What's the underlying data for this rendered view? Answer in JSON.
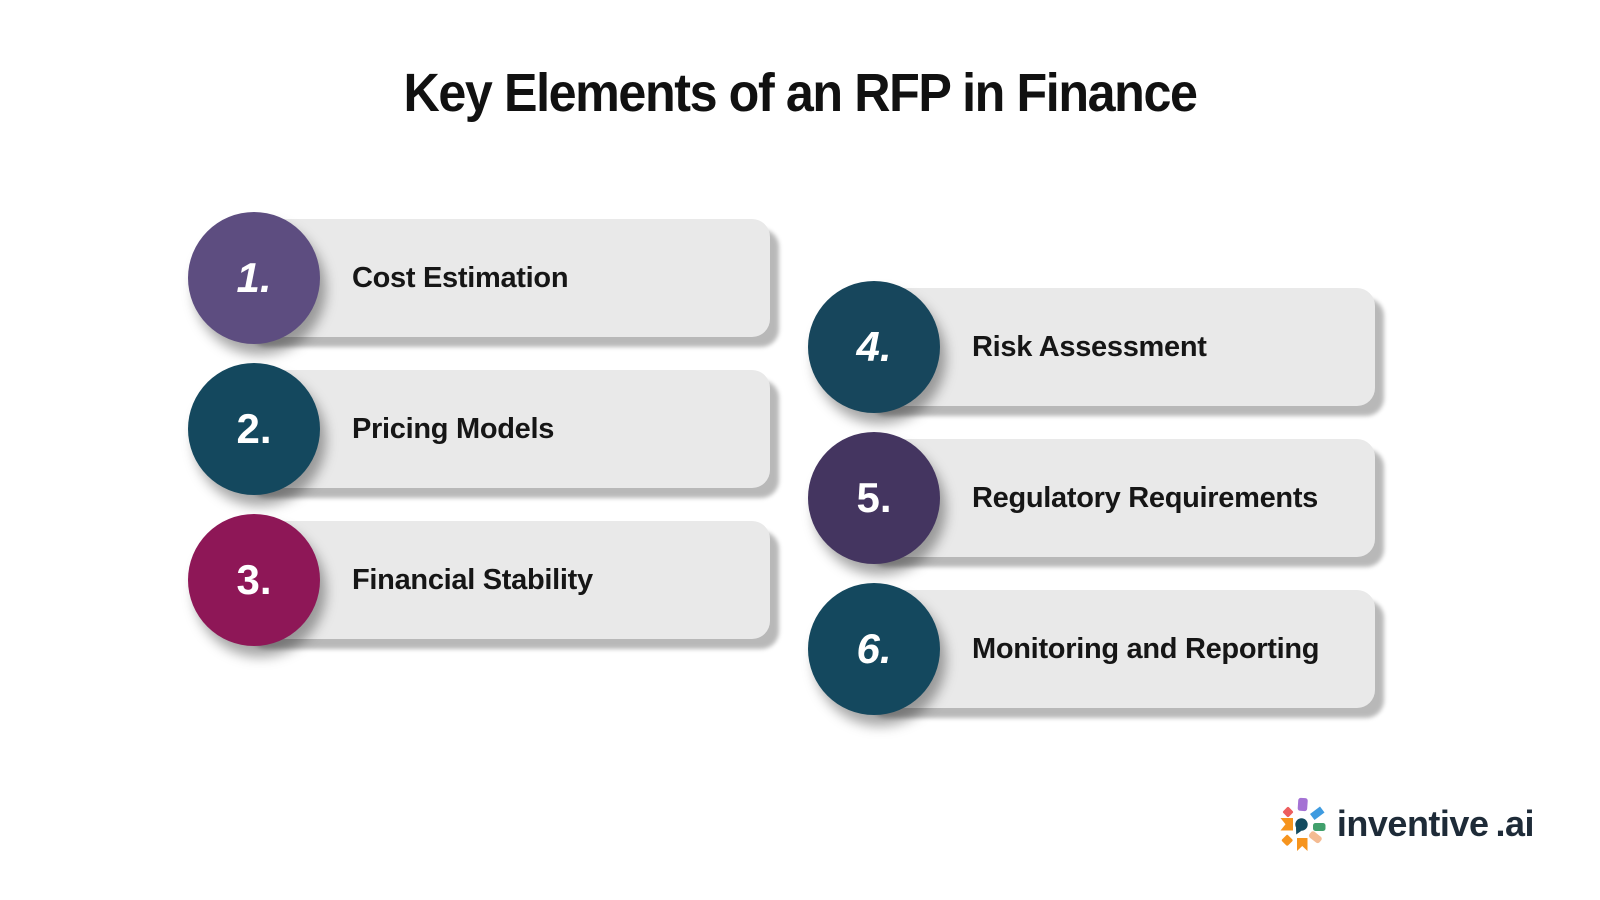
{
  "title": "Key Elements of an RFP in Finance",
  "items": [
    {
      "number": "1.",
      "label": "Cost Estimation",
      "color": "#5d4d80"
    },
    {
      "number": "2.",
      "label": "Pricing Models",
      "color": "#14485e"
    },
    {
      "number": "3.",
      "label": "Financial Stability",
      "color": "#8e1757"
    },
    {
      "number": "4.",
      "label": "Risk Assessment",
      "color": "#17465c"
    },
    {
      "number": "5.",
      "label": "Regulatory Requirements",
      "color": "#443560"
    },
    {
      "number": "6.",
      "label": "Monitoring and Reporting",
      "color": "#14485e"
    }
  ],
  "colors": {
    "background": "#ffffff",
    "bar_bg": "#e9e9e9",
    "title_text": "#111111",
    "label_text": "#161616"
  },
  "logo": {
    "name": "inventive",
    "suffix": ".ai",
    "text_color": "#1e2b38",
    "icon": {
      "red": "#ed5e5e",
      "purple": "#a472d4",
      "blue": "#3e9be0",
      "green": "#41a06c",
      "peach": "#f4bb92",
      "orange": "#f6941d",
      "teal": "#134b60"
    }
  }
}
